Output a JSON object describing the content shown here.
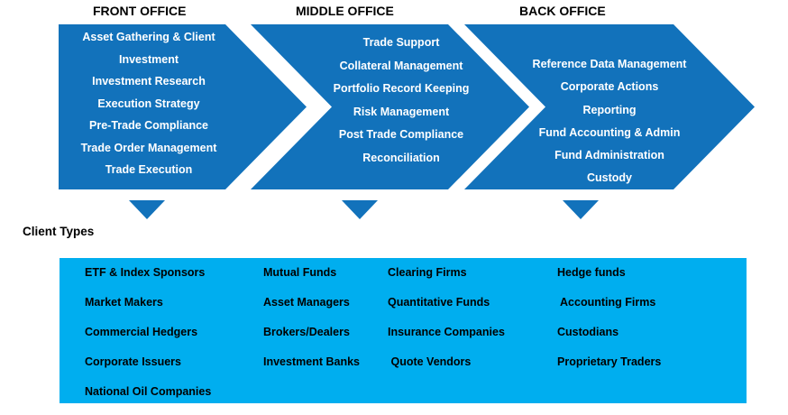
{
  "colors": {
    "chevron_blue": "#1272BB",
    "client_box_blue": "#00AEEF",
    "office_text": "#FFFFFF",
    "label_text": "#000000"
  },
  "offices": [
    {
      "label": "FRONT OFFICE",
      "lines": [
        "Asset Gathering & Client",
        "Investment",
        "Investment Research",
        "Execution Strategy",
        "Pre-Trade Compliance",
        "Trade Order Management",
        "Trade Execution"
      ]
    },
    {
      "label": "MIDDLE OFFICE",
      "lines": [
        "Trade Support",
        "Collateral Management",
        "Portfolio Record Keeping",
        "Risk Management",
        "Post Trade Compliance",
        "Reconciliation"
      ]
    },
    {
      "label": "BACK OFFICE",
      "lines": [
        "Reference Data Management",
        "Corporate Actions",
        "Reporting",
        "Fund Accounting & Admin",
        "Fund Administration",
        "Custody"
      ]
    }
  ],
  "client_types": {
    "heading": "Client Types",
    "columns": [
      [
        "ETF & Index Sponsors",
        "Market Makers",
        "Commercial Hedgers",
        "Corporate Issuers",
        "National Oil Companies"
      ],
      [
        "Mutual Funds",
        "Asset Managers",
        "Brokers/Dealers",
        "Investment Banks"
      ],
      [
        "Clearing Firms",
        "Quantitative Funds",
        "Insurance Companies",
        " Quote Vendors"
      ],
      [
        "Hedge funds",
        " Accounting Firms",
        "Custodians",
        "Proprietary Traders"
      ]
    ]
  }
}
